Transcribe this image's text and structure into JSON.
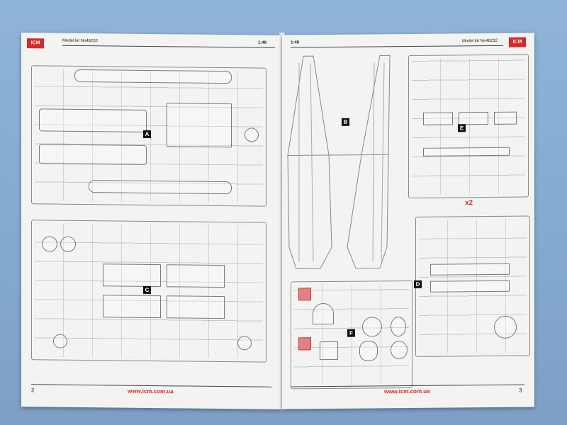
{
  "brand": "ICM",
  "left_page": {
    "header_model": "Model kit No48232",
    "scale": "1:48",
    "footer_url": "www.icm.com.ua",
    "page_number": "2",
    "sprues": [
      "A",
      "C"
    ]
  },
  "right_page": {
    "header_model": "Model kit No48232",
    "scale": "1:48",
    "footer_url": "www.icm.com.ua",
    "page_number": "3",
    "sprues": [
      "B",
      "E",
      "D",
      "F"
    ],
    "multiplier": "x2"
  }
}
